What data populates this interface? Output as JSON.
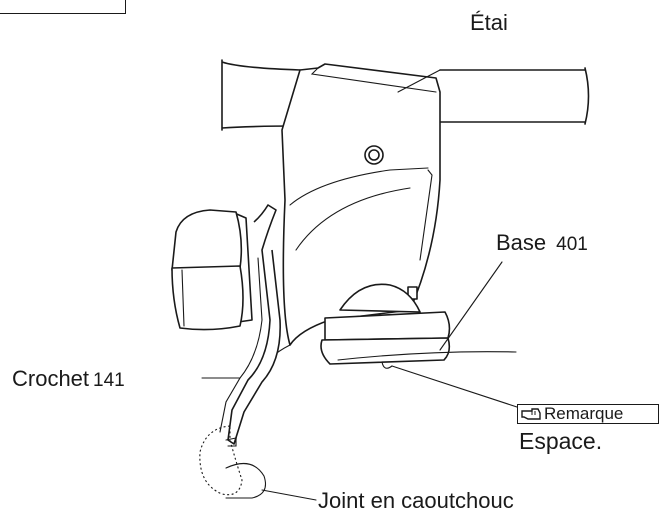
{
  "labels": {
    "strut": "Étai",
    "base_name": "Base",
    "base_number": "401",
    "hook_name": "Crochet",
    "hook_number": "141",
    "note_tag": "Remarque",
    "note_text": "Espace.",
    "seal": "Joint en caoutchouc"
  },
  "icons": {
    "note": "pointing-hand-icon"
  }
}
